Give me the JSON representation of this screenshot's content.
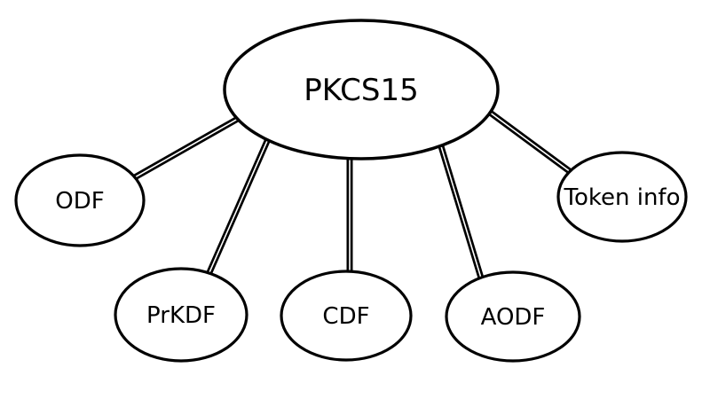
{
  "diagram": {
    "background_color": "#ffffff",
    "stroke_color": "#000000",
    "node_fill_color": "#ffffff",
    "nodes": {
      "pkcs15": {
        "label": "PKCS15"
      },
      "odf": {
        "label": "ODF"
      },
      "prkdf": {
        "label": "PrKDF"
      },
      "cdf": {
        "label": "CDF"
      },
      "aodf": {
        "label": "AODF"
      },
      "token_info": {
        "label": "Token info"
      }
    },
    "edges": [
      {
        "from": "pkcs15",
        "to": "odf",
        "style": "double-line"
      },
      {
        "from": "pkcs15",
        "to": "prkdf",
        "style": "double-line"
      },
      {
        "from": "pkcs15",
        "to": "cdf",
        "style": "double-line"
      },
      {
        "from": "pkcs15",
        "to": "aodf",
        "style": "double-line"
      },
      {
        "from": "pkcs15",
        "to": "token_info",
        "style": "double-line"
      }
    ]
  }
}
